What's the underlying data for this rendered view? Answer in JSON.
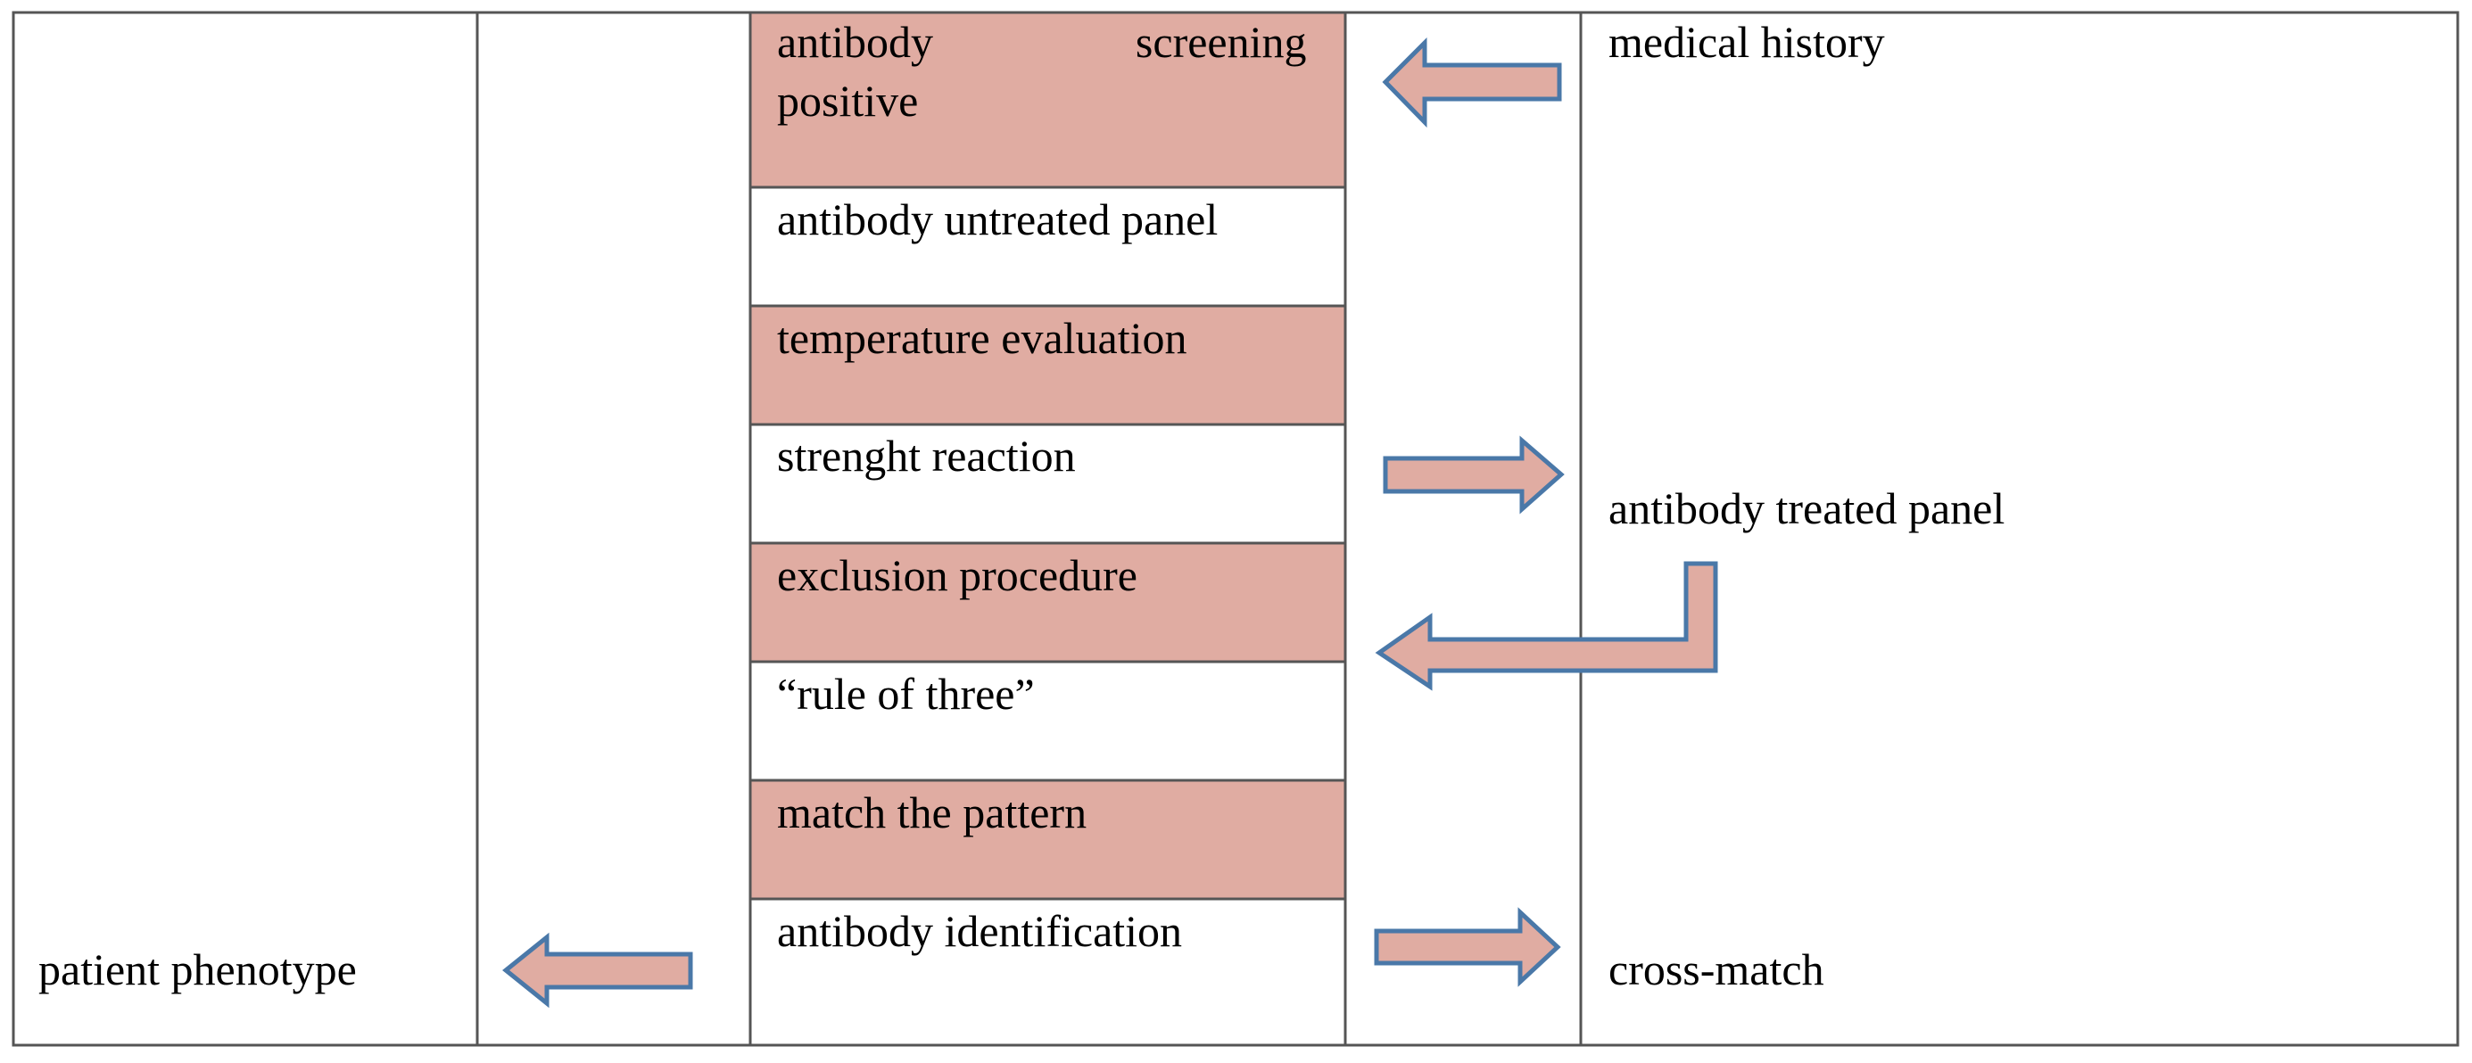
{
  "steps": [
    {
      "label": "antibody screening positive",
      "fill": "#e0aca2"
    },
    {
      "label": "antibody untreated panel",
      "fill": "#ffffff"
    },
    {
      "label": "temperature evaluation",
      "fill": "#e0aca2"
    },
    {
      "label": "strenght reaction",
      "fill": "#ffffff"
    },
    {
      "label": "exclusion procedure",
      "fill": "#e0aca2"
    },
    {
      "label": "“rule of three”",
      "fill": "#ffffff"
    },
    {
      "label": "match the pattern",
      "fill": "#e0aca2"
    },
    {
      "label": "antibody identification",
      "fill": "#ffffff"
    }
  ],
  "side_labels": {
    "medical_history": "medical history",
    "antibody_treated_panel": "antibody treated panel",
    "cross_match": "cross-match",
    "patient_phenotype": "patient phenotype"
  },
  "colors": {
    "highlight_fill": "#e0aca2",
    "arrow_fill": "#e0aca2",
    "arrow_stroke": "#4a78a8",
    "border": "#555555"
  }
}
